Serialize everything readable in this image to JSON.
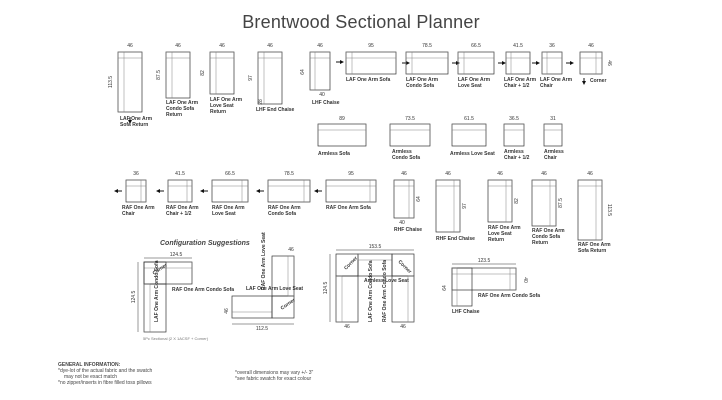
{
  "title": "Brentwood Sectional Planner",
  "config_title": "Configuration Suggestions",
  "general": {
    "heading": "GENERAL INFORMATION:",
    "lines": [
      "*dye-lot of the actual fabric and the swatch",
      "may not be exact match",
      "*no zipper/inserts in fibre filled toss pillows"
    ],
    "lines2": [
      "*overall dimensions may vary +/- 3\"",
      "*see fabric swatch for exact colour"
    ]
  },
  "caption": "5Pc Sectional (2 X 1ACSF + Corner)",
  "pieces": [
    {
      "id": "laf-one-arm-sofa-return",
      "label": [
        "LAF One Arm",
        "Sofa Return"
      ],
      "w": "46",
      "h": "113.5"
    },
    {
      "id": "laf-one-arm-condo-sofa-return",
      "label": [
        "LAF One Arm",
        "Condo Sofa",
        "Return"
      ],
      "w": "46",
      "h": "87.5"
    },
    {
      "id": "laf-one-arm-love-seat-return",
      "label": [
        "LAF One Arm",
        "Love Seat",
        "Return"
      ],
      "w": "46",
      "h": "82"
    },
    {
      "id": "lhf-end-chaise",
      "label": [
        "LHF End Chaise"
      ],
      "w": "46",
      "h": "97",
      "d": "28"
    },
    {
      "id": "lhf-chaise",
      "label": [
        "LHF Chaise"
      ],
      "w": "46",
      "h": "64",
      "d": "40"
    },
    {
      "id": "laf-one-arm-sofa",
      "label": [
        "LAF One Arm Sofa"
      ],
      "w": "95"
    },
    {
      "id": "laf-one-arm-condo-sofa",
      "label": [
        "LAF One Arm",
        "Condo Sofa"
      ],
      "w": "78.5"
    },
    {
      "id": "laf-one-arm-love-seat",
      "label": [
        "LAF One Arm",
        "Love Seat"
      ],
      "w": "66.5"
    },
    {
      "id": "laf-one-arm-chair-1-2",
      "label": [
        "LAF One Arm",
        "Chair + 1/2"
      ],
      "w": "41.5"
    },
    {
      "id": "laf-one-arm-chair",
      "label": [
        "LAF One Arm",
        "Chair"
      ],
      "w": "36"
    },
    {
      "id": "corner",
      "label": [
        "Corner"
      ],
      "w": "46",
      "h": "46"
    },
    {
      "id": "armless-sofa",
      "label": [
        "Armless Sofa"
      ],
      "w": "89"
    },
    {
      "id": "armless-condo-sofa",
      "label": [
        "Armless",
        "Condo Sofa"
      ],
      "w": "73.5"
    },
    {
      "id": "armless-love-seat",
      "label": [
        "Armless Love Seat"
      ],
      "w": "61.5"
    },
    {
      "id": "armless-chair-1-2",
      "label": [
        "Armless",
        "Chair + 1/2"
      ],
      "w": "36.5"
    },
    {
      "id": "armless-chair",
      "label": [
        "Armless",
        "Chair"
      ],
      "w": "31"
    },
    {
      "id": "raf-one-arm-chair",
      "label": [
        "RAF One Arm",
        "Chair"
      ],
      "w": "36"
    },
    {
      "id": "raf-one-arm-chair-1-2",
      "label": [
        "RAF One Arm",
        "Chair + 1/2"
      ],
      "w": "41.5"
    },
    {
      "id": "raf-one-arm-love-seat",
      "label": [
        "RAF One Arm",
        "Love Seat"
      ],
      "w": "66.5"
    },
    {
      "id": "raf-one-arm-condo-sofa",
      "label": [
        "RAF One Arm",
        "Condo Sofa"
      ],
      "w": "78.5"
    },
    {
      "id": "raf-one-arm-sofa",
      "label": [
        "RAF One Arm Sofa"
      ],
      "w": "95"
    },
    {
      "id": "rhf-chaise",
      "label": [
        "RHF Chaise"
      ],
      "w": "46",
      "h": "64",
      "d": "40"
    },
    {
      "id": "rhf-end-chaise",
      "label": [
        "RHF End Chaise"
      ],
      "w": "46",
      "h": "97"
    },
    {
      "id": "raf-one-arm-love-seat-return",
      "label": [
        "RAF One Arm",
        "Love Seat",
        "Return"
      ],
      "w": "46",
      "h": "82"
    },
    {
      "id": "raf-one-arm-condo-sofa-return",
      "label": [
        "RAF One Arm",
        "Condo Sofa",
        "Return"
      ],
      "w": "46",
      "h": "87.5"
    },
    {
      "id": "raf-one-arm-sofa-return",
      "label": [
        "RAF One Arm",
        "Sofa Return"
      ],
      "w": "46",
      "h": "113.5"
    }
  ],
  "configs": {
    "c1": {
      "w": "124.5",
      "h": "124.5",
      "labels": [
        "RAF One Arm Condo Sofa",
        "LAF One Arm Condo Sofa",
        "Corner"
      ]
    },
    "c2": {
      "w": "112.5",
      "d1": "46",
      "d2": "46",
      "labels": [
        "RAF One Arm Love Seat",
        "LAF One Arm Love Seat",
        "Corner"
      ]
    },
    "c3": {
      "w": "153.5",
      "h": "124.5",
      "d": "46",
      "labels": [
        "Armless Love Seat",
        "LAF One Arm Condo Sofa",
        "RAF One Arm Condo Sofa",
        "Corner",
        "Corner"
      ]
    },
    "c4": {
      "w": "123.5",
      "h": "64",
      "d": "40",
      "labels": [
        "RAF One Arm Condo Sofa",
        "LHF Chaise"
      ]
    }
  }
}
